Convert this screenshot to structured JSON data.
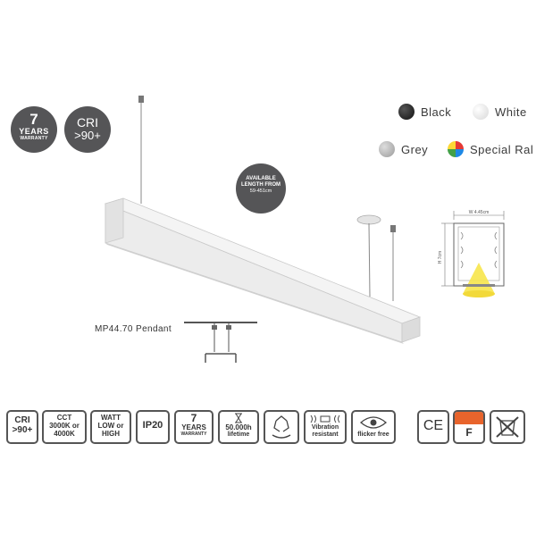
{
  "badges": {
    "warranty": {
      "number": "7",
      "word": "YEARS",
      "sub": "WARRANTY"
    },
    "cri": {
      "line1": "CRI",
      "line2": ">90+"
    },
    "length": {
      "line1": "AVAILABLE",
      "line2": "LENGTH FROM",
      "line3": "59-451cm"
    }
  },
  "colors": [
    {
      "label": "Black",
      "hex": "#1a1a1a"
    },
    {
      "label": "White",
      "hex": "#eeeeee"
    },
    {
      "label": "Grey",
      "hex": "#b8b8b8"
    },
    {
      "label": "Special Ral",
      "hex": "#e53935"
    }
  ],
  "product_name": "MP44.70 Pendant",
  "dimension_drawing": {
    "width_label": "W 4.45cm",
    "height_label": "H 7cm"
  },
  "feature_icons": {
    "cri": {
      "line1": "CRI",
      "line2": ">90+"
    },
    "cct": {
      "line1": "CCT",
      "line2": "3000K or",
      "line3": "4000K"
    },
    "watt": {
      "line1": "WATT",
      "line2": "LOW or",
      "line3": "HIGH"
    },
    "ip": {
      "label": "IP20"
    },
    "warranty": {
      "number": "7",
      "word": "YEARS",
      "sub": "WARRANTY"
    },
    "lifetime": {
      "line1": "50.000h",
      "line2": "lifetime"
    },
    "vibration": {
      "line1": "Vibration",
      "line2": "resistant"
    },
    "flicker": {
      "label": "flicker free"
    },
    "ce": {
      "label": "CE"
    },
    "energy": {
      "label": "F"
    }
  }
}
